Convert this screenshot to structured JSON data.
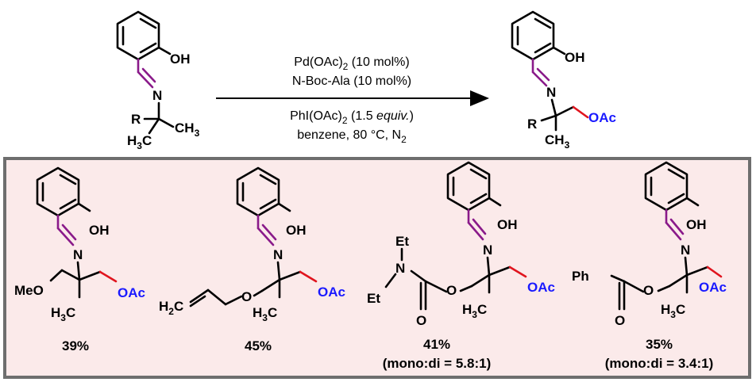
{
  "reaction": {
    "reagents": [
      "Pd(OAc)",
      "2",
      " (10 mol%)"
    ],
    "ligand": "N-Boc-Ala (10 mol%)",
    "oxidant_pre": "PhI(OAc)",
    "oxidant_sub": "2",
    "oxidant_mid": " (1.5 ",
    "oxidant_equiv": "equiv.",
    "oxidant_post": ")",
    "solvent": "benzene, 80 °C, N",
    "solvent_sub": "2"
  },
  "labels": {
    "oh": "OH",
    "n": "N",
    "r": "R",
    "h3c_h": "H",
    "h3c_sub": "3",
    "h3c_c": "C",
    "ch3_c": "CH",
    "ch3_sub": "3",
    "oac": "OAc",
    "meo": "MeO",
    "h2c_h": "H",
    "h2c_sub": "2",
    "h2c_c": "C",
    "o": "O",
    "et": "Et",
    "ph": "Ph"
  },
  "products": [
    {
      "yield": "39%",
      "ratio": ""
    },
    {
      "yield": "45%",
      "ratio": ""
    },
    {
      "yield": "41%",
      "ratio": "(mono:di = 5.8:1)"
    },
    {
      "yield": "35%",
      "ratio": "(mono:di = 3.4:1)"
    }
  ],
  "colors": {
    "imine": "#8a1a8a",
    "new_bond": "#e0141e",
    "oac": "#1a1aff",
    "box_fill": "#fbeaea",
    "box_border": "#6e6e6e"
  }
}
